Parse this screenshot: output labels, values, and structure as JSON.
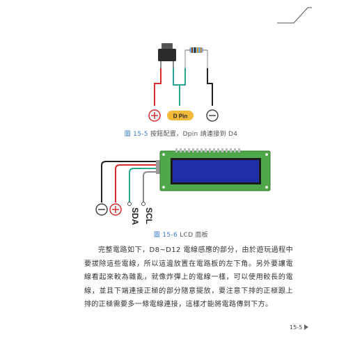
{
  "figure_1": {
    "pin_label": "D Pin",
    "caption_number": "圖 15-5",
    "caption_text": "按鈕配置，Dpin 請連接到 D4"
  },
  "figure_2": {
    "pin_labels": [
      "SDA",
      "SCL"
    ],
    "caption_number": "圖 15-6",
    "caption_text": "LCD 面板"
  },
  "body": {
    "paragraph": "完整電路如下，D8~D12 電線感應的部分，由於遊玩過程中要拔除這些電線，所以這邊放置在電路板的左下角。另外要讓電線看起來較為雜亂，就像炸彈上的電線一樣，可以使用較長的電線，並且下端連接正極的部分隨意擺放，要注意下排的正極跟上排的正極需要多一條電線連接，這樣才能將電路傳到下方。"
  },
  "footer": {
    "page_number": "15-5"
  },
  "colors": {
    "wire_red": "#d92b2b",
    "wire_teal": "#2aa59a",
    "wire_black": "#222222",
    "lcd_board": "#4fa84a",
    "lcd_screen": "#1f2fa8"
  }
}
